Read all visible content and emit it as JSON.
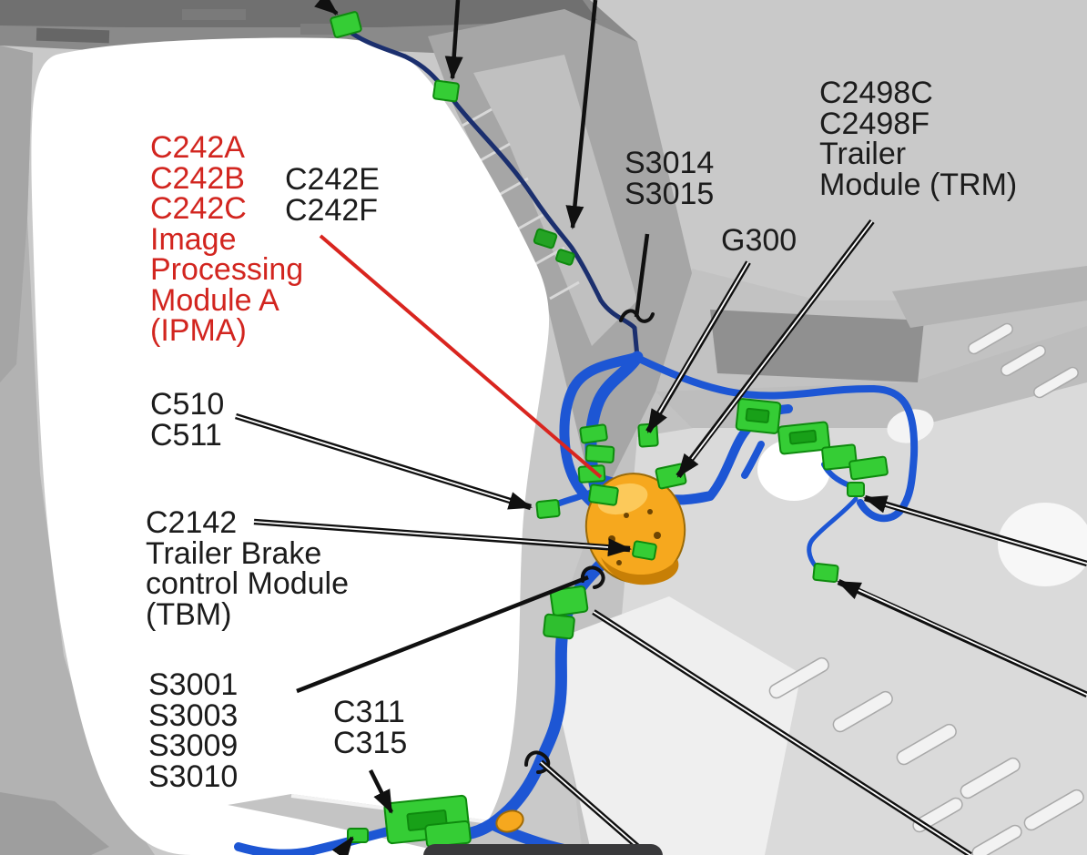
{
  "diagram": {
    "callouts": [
      {
        "id": "ipma",
        "color": "#d2251f",
        "lines": [
          "C242A",
          "C242B",
          "C242C",
          "Image",
          "Processing",
          "Module A",
          "(IPMA)"
        ]
      },
      {
        "id": "c242ef",
        "color": "#1c1c1c",
        "lines": [
          "C242E",
          "C242F"
        ]
      },
      {
        "id": "s3014-s3015",
        "color": "#1c1c1c",
        "lines": [
          "S3014",
          "S3015"
        ]
      },
      {
        "id": "g300",
        "color": "#1c1c1c",
        "lines": [
          "G300"
        ]
      },
      {
        "id": "trm",
        "color": "#1c1c1c",
        "lines": [
          "C2498C",
          "C2498F",
          "Trailer",
          "Module (TRM)"
        ]
      },
      {
        "id": "c510-c511",
        "color": "#1c1c1c",
        "lines": [
          "C510",
          "C511"
        ]
      },
      {
        "id": "tbm",
        "color": "#1c1c1c",
        "lines": [
          "C2142",
          "Trailer Brake",
          "control Module",
          "(TBM)"
        ]
      },
      {
        "id": "splices",
        "color": "#1c1c1c",
        "lines": [
          "S3001",
          "S3003",
          "S3009",
          "S3010"
        ]
      },
      {
        "id": "c311-c315",
        "color": "#1c1c1c",
        "lines": [
          "C311",
          "C315"
        ]
      }
    ],
    "colors": {
      "harness_blue": "#1d56d4",
      "roof_wire_navy": "#1b2f6e",
      "connector_green": "#35cd35",
      "connector_green_dark": "#0e8a0e",
      "grommet_orange": "#f6a81e",
      "callout_red": "#d2251f",
      "leader_black": "#101010",
      "body_gray": "#c9c9c9"
    }
  }
}
